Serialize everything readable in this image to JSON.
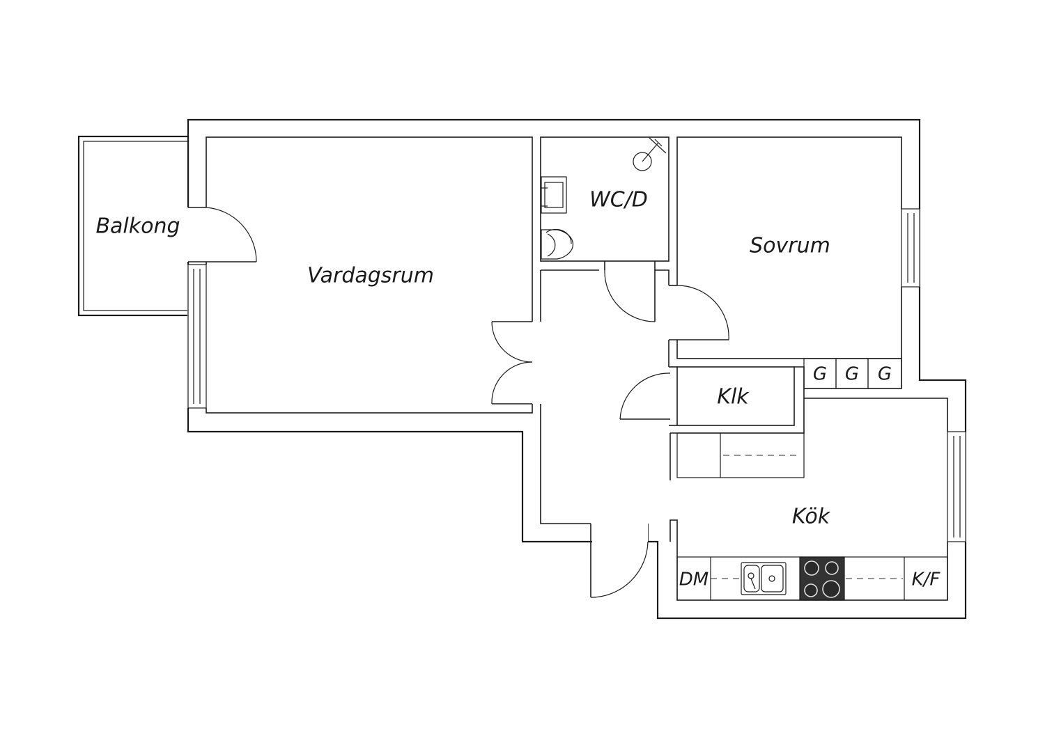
{
  "rooms": {
    "balkong": "Balkong",
    "vardagsrum": "Vardagsrum",
    "wcd": "WC/D",
    "sovrum": "Sovrum",
    "klk": "Klk",
    "kok": "Kök"
  },
  "fixtures": {
    "wardrobe_1": "G",
    "wardrobe_2": "G",
    "wardrobe_3": "G",
    "dishwasher": "DM",
    "fridge_freezer": "K/F"
  },
  "colors": {
    "line": "#1a1a1a",
    "background": "#ffffff",
    "stove": "#333333"
  }
}
